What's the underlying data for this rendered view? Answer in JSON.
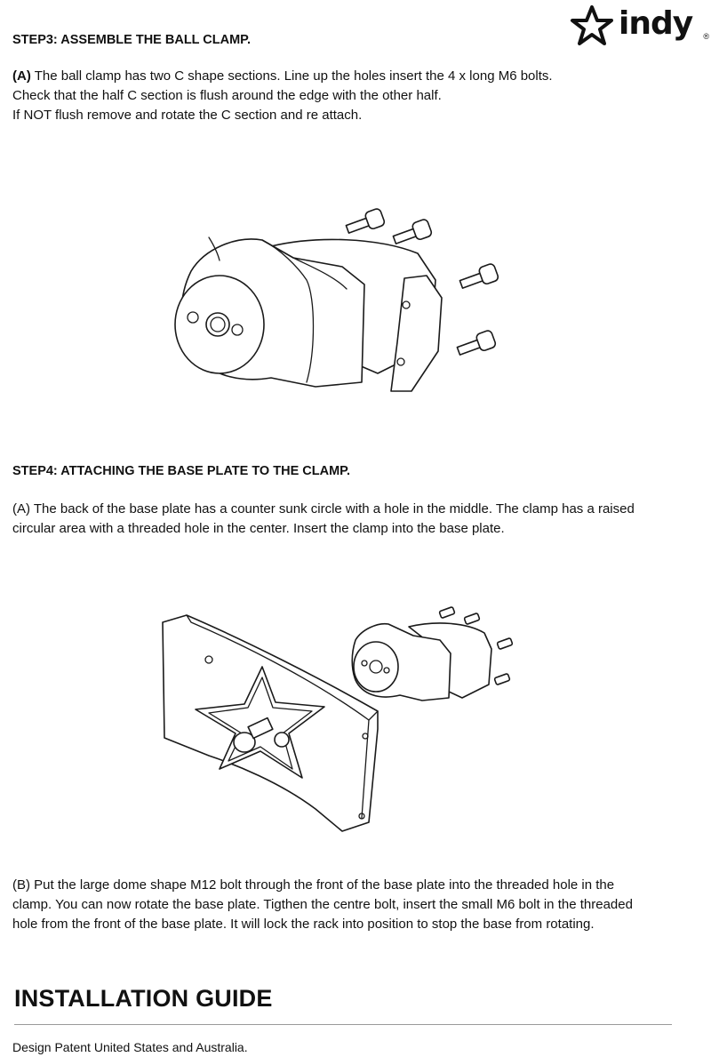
{
  "brand": {
    "logo_text": "indy",
    "registered_mark": "®",
    "logo_icon": "star-icon"
  },
  "step3": {
    "heading": "STEP3:  ASSEMBLE THE BALL CLAMP.",
    "label": "(A)",
    "line1": "The ball clamp has two C shape sections. Line up the holes insert the 4 x long M6 bolts.",
    "line2": "Check that the half C section is flush around the edge with the other half.",
    "line3": "If NOT flush remove and rotate the C section and re attach."
  },
  "step4": {
    "heading": "STEP4: ATTACHING THE BASE PLATE TO THE CLAMP.",
    "a_line1": "(A) The back of the base plate has a counter sunk circle with a hole in the middle.  The clamp has a raised",
    "a_line2": "circular area with a threaded hole in the center. Insert the clamp into the base plate.",
    "b_line1": "(B) Put the large dome shape M12 bolt through the front of the base plate into the threaded hole in the",
    "b_line2": "clamp.  You can now rotate the base plate. Tigthen the centre bolt, insert the small M6 bolt in the threaded",
    "b_line3": "hole from the front of the base plate.  It will lock the rack into position to stop the base from rotating."
  },
  "footer": {
    "title": "INSTALLATION GUIDE",
    "patent": "Design Patent United States and Australia."
  }
}
